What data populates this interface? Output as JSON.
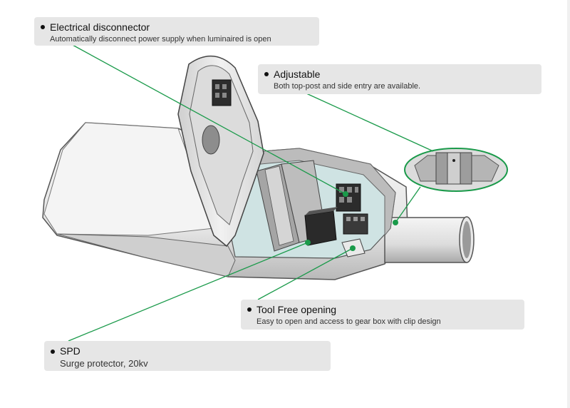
{
  "callouts": [
    {
      "title": "Electrical disconnector",
      "desc": "Automatically disconnect power supply when luminaired is open"
    },
    {
      "title": "Adjustable",
      "desc": "Both top-post and side entry are available."
    },
    {
      "title": "Tool Free opening",
      "desc": "Easy to open and access to gear box with clip design"
    },
    {
      "title": "SPD",
      "desc": "Surge protector, 20kv"
    }
  ],
  "colors": {
    "leader_line": "#1a9a4a",
    "callout_bg": "#e6e6e6",
    "housing_light": "#f2f2f2",
    "housing_shadow": "#bdbdbd",
    "interior_teal": "#cfe3e3",
    "outline": "#555555"
  }
}
